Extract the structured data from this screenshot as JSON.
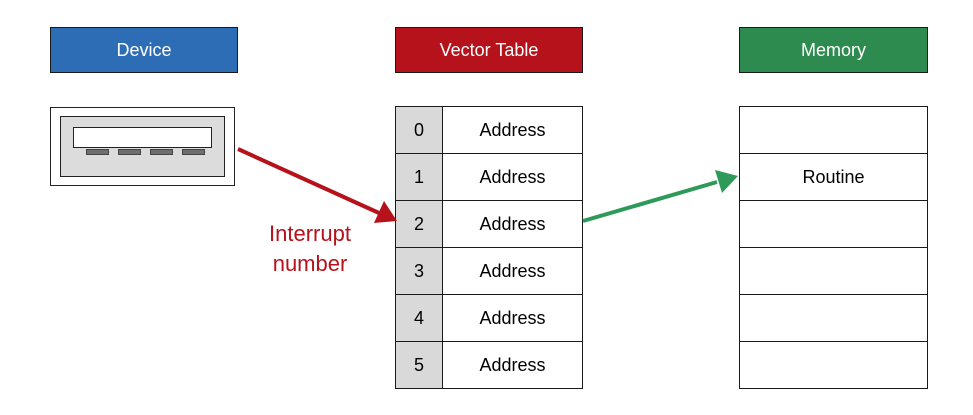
{
  "headers": {
    "device": "Device",
    "vector_table": "Vector Table",
    "memory": "Memory"
  },
  "colors": {
    "device": "#2d6db5",
    "vector_table": "#b5121b",
    "memory": "#2e8b4f",
    "interrupt_arrow": "#b5121b",
    "routine_arrow": "#2e9a5a"
  },
  "device_icon": "usb-port-icon",
  "vector_table": {
    "rows": [
      {
        "index": "0",
        "value": "Address"
      },
      {
        "index": "1",
        "value": "Address"
      },
      {
        "index": "2",
        "value": "Address"
      },
      {
        "index": "3",
        "value": "Address"
      },
      {
        "index": "4",
        "value": "Address"
      },
      {
        "index": "5",
        "value": "Address"
      }
    ]
  },
  "memory": {
    "rows": [
      "",
      "Routine",
      "",
      "",
      "",
      ""
    ]
  },
  "interrupt_label": {
    "line1": "Interrupt",
    "line2": "number"
  }
}
